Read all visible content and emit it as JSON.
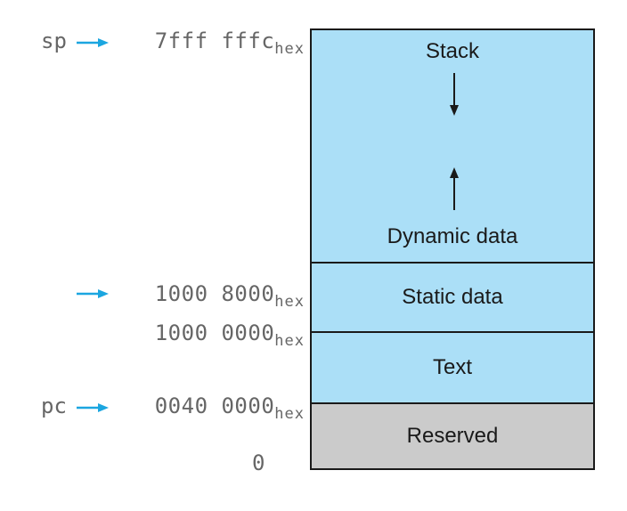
{
  "segments": {
    "stack": "Stack",
    "dynamic_data": "Dynamic data",
    "static_data": "Static data",
    "text": "Text",
    "reserved": "Reserved"
  },
  "addresses": {
    "stack_top": {
      "value": "7fff fffc",
      "suffix": "hex"
    },
    "static_start": {
      "value": "1000 8000",
      "suffix": "hex"
    },
    "data_start": {
      "value": "1000 0000",
      "suffix": "hex"
    },
    "text_start": {
      "value": "0040 0000",
      "suffix": "hex"
    },
    "zero": "0"
  },
  "registers": {
    "sp": "sp",
    "pc": "pc"
  },
  "colors": {
    "segment_fill": "#abdff7",
    "reserved_fill": "#cbcbcb",
    "pointer_arrow": "#1ba6e0",
    "address_text": "#666666"
  }
}
